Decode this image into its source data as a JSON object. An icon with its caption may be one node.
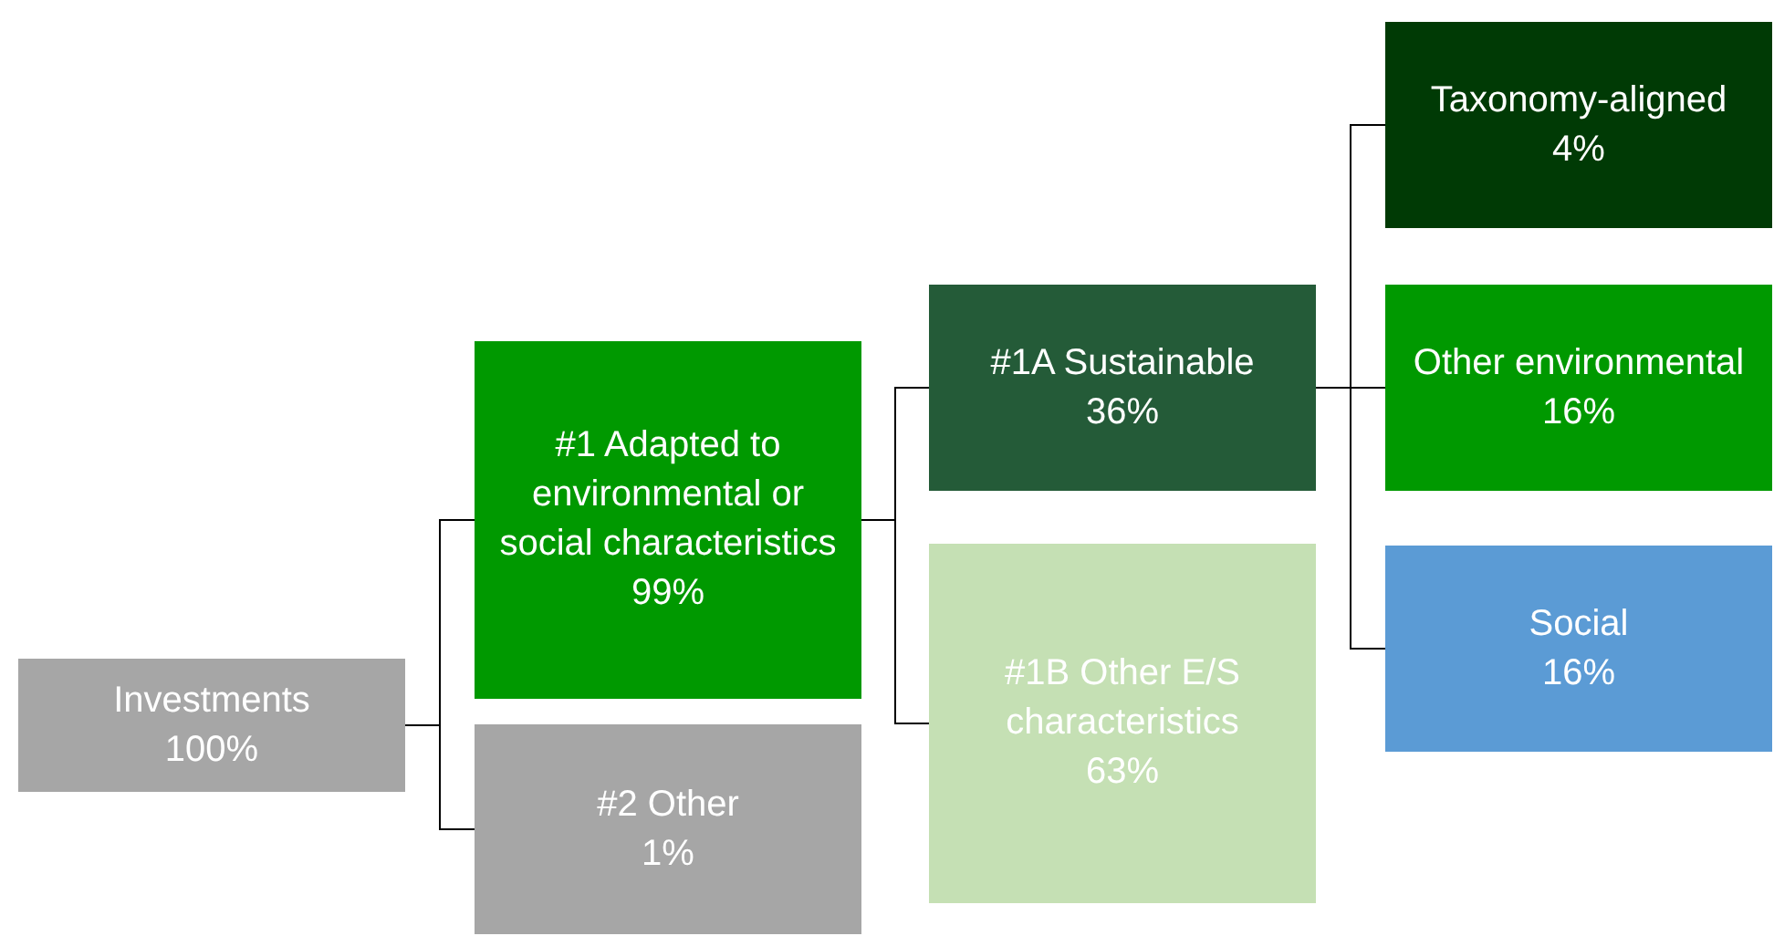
{
  "diagram": {
    "nodes": [
      {
        "text": [
          "Investments",
          "100%"
        ]
      },
      {
        "text": [
          "#1 Adapted to environmental or social characteristics",
          "99%"
        ]
      },
      {
        "text": [
          "#2 Other",
          "1%"
        ]
      },
      {
        "text": [
          "#1A Sustainable",
          "36%"
        ]
      },
      {
        "text": [
          "#1B Other E/S characteristics",
          "63%"
        ]
      },
      {
        "text": [
          "Taxonomy-aligned",
          "4%"
        ]
      },
      {
        "text": [
          "Other environmental",
          "16%"
        ]
      },
      {
        "text": [
          "Social",
          "16%"
        ]
      }
    ],
    "edges": [
      {
        "from": 0,
        "to": 1,
        "arrow": "none"
      },
      {
        "from": 0,
        "to": 2,
        "arrow": "none"
      },
      {
        "from": 1,
        "to": 3,
        "arrow": "none"
      },
      {
        "from": 1,
        "to": 4,
        "arrow": "none"
      },
      {
        "from": 3,
        "to": 5,
        "arrow": "none"
      },
      {
        "from": 3,
        "to": 6,
        "arrow": "none"
      },
      {
        "from": 3,
        "to": 7,
        "arrow": "none"
      }
    ]
  }
}
